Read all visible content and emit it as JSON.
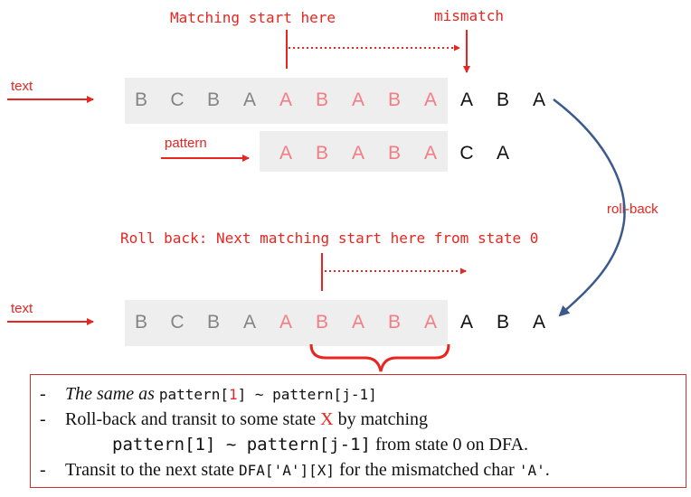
{
  "labels": {
    "matching_start": "Matching start here",
    "mismatch": "mismatch",
    "text_top": "text",
    "pattern": "pattern",
    "roll_back_side": "roll-back",
    "roll_back_note": "Roll back: Next matching start here from state 0",
    "text_bottom": "text"
  },
  "rows": {
    "text_top": [
      {
        "ch": "B",
        "tone": "gray"
      },
      {
        "ch": "C",
        "tone": "gray"
      },
      {
        "ch": "B",
        "tone": "gray"
      },
      {
        "ch": "A",
        "tone": "gray"
      },
      {
        "ch": "A",
        "tone": "pink"
      },
      {
        "ch": "B",
        "tone": "pink"
      },
      {
        "ch": "A",
        "tone": "pink"
      },
      {
        "ch": "B",
        "tone": "pink"
      },
      {
        "ch": "A",
        "tone": "pink"
      },
      {
        "ch": "A",
        "tone": "black"
      },
      {
        "ch": "B",
        "tone": "black"
      },
      {
        "ch": "A",
        "tone": "black"
      }
    ],
    "pattern": [
      {
        "ch": "A",
        "tone": "pink"
      },
      {
        "ch": "B",
        "tone": "pink"
      },
      {
        "ch": "A",
        "tone": "pink"
      },
      {
        "ch": "B",
        "tone": "pink"
      },
      {
        "ch": "A",
        "tone": "pink"
      },
      {
        "ch": "C",
        "tone": "black"
      },
      {
        "ch": "A",
        "tone": "black"
      }
    ],
    "text_bottom": [
      {
        "ch": "B",
        "tone": "gray"
      },
      {
        "ch": "C",
        "tone": "gray"
      },
      {
        "ch": "B",
        "tone": "gray"
      },
      {
        "ch": "A",
        "tone": "gray"
      },
      {
        "ch": "A",
        "tone": "pink"
      },
      {
        "ch": "B",
        "tone": "pink"
      },
      {
        "ch": "A",
        "tone": "pink"
      },
      {
        "ch": "B",
        "tone": "pink"
      },
      {
        "ch": "A",
        "tone": "pink"
      },
      {
        "ch": "A",
        "tone": "black"
      },
      {
        "ch": "B",
        "tone": "black"
      },
      {
        "ch": "A",
        "tone": "black"
      }
    ]
  },
  "colors": {
    "red": "#e8251f",
    "gray_char": "#848484",
    "pink_char": "#f27d86",
    "black_char": "#111111",
    "strip_bg": "#eeeeee",
    "rollback_arrow": "#3b5a8c",
    "box_border": "#d03030"
  },
  "box": {
    "bullet": "-",
    "line1_italic": "The same as",
    "line1_code_a": "pattern[",
    "line1_code_one": "1",
    "line1_code_b": "] ~ pattern[j-1]",
    "line2_a": "Roll-back and transit to some state",
    "line2_x": "X",
    "line2_b": "by matching",
    "line3_code": "pattern[1] ~ pattern[j-1]",
    "line3_b": "from state 0 on DFA.",
    "line4_a": "Transit to the next state",
    "line4_code": "DFA['A'][X]",
    "line4_b": "for the mismatched char",
    "line4_code2": "'A'",
    "line4_c": "."
  }
}
